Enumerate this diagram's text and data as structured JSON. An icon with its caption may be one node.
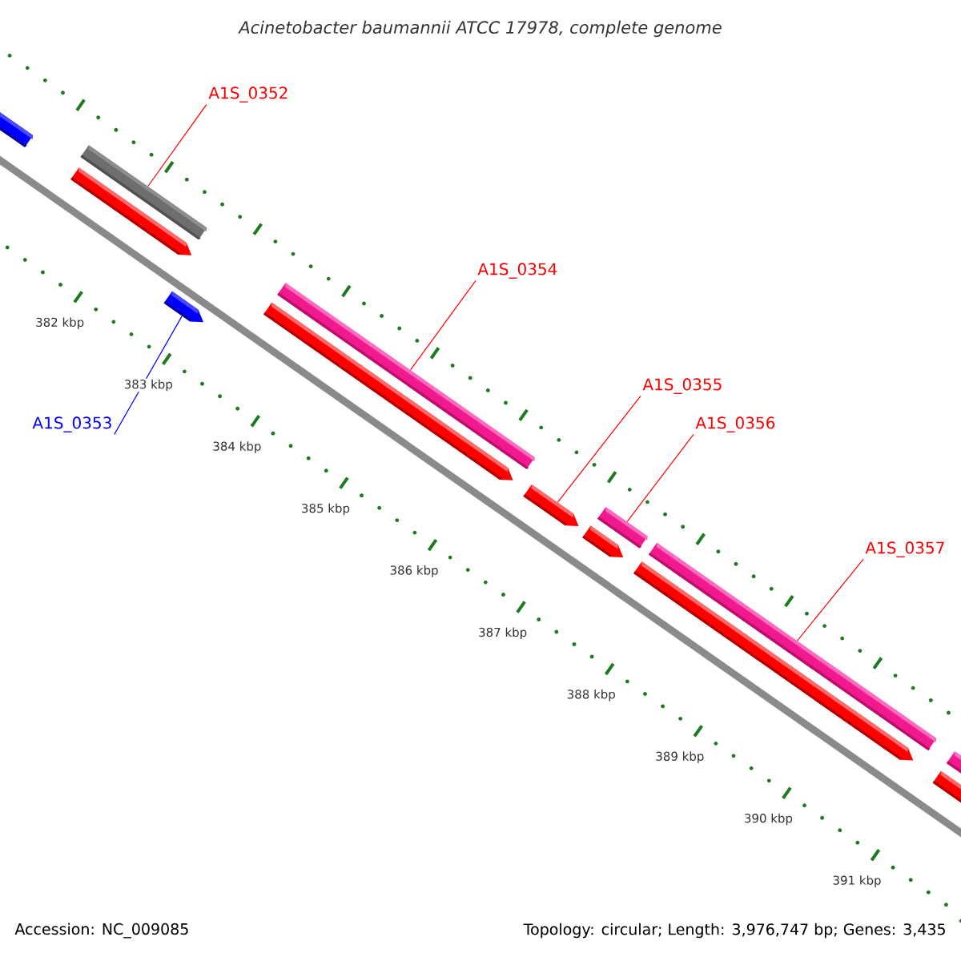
{
  "diagram": {
    "title": "Acinetobacter baumannii ATCC 17978, complete genome",
    "nodes": [
      {
        "text": [
          "A1S_0352"
        ]
      },
      {
        "text": [
          "A1S_0353"
        ]
      },
      {
        "text": [
          "A1S_0354"
        ]
      },
      {
        "text": [
          "A1S_0355"
        ]
      },
      {
        "text": [
          "A1S_0356"
        ]
      },
      {
        "text": [
          "A1S_0357"
        ]
      },
      {
        "text": [],
        "shape": "bar"
      },
      {
        "text": [],
        "shape": "bar"
      },
      {
        "text": [],
        "shape": "bar"
      },
      {
        "text": [],
        "shape": "bar"
      },
      {
        "text": [],
        "shape": "bar"
      },
      {
        "text": [],
        "shape": "bar"
      }
    ],
    "edges": [
      {
        "from": 0,
        "to": 6,
        "arrow": "none"
      },
      {
        "from": 1,
        "to": 7,
        "arrow": "none",
        "color": "#0000ff"
      },
      {
        "from": 2,
        "to": 8,
        "arrow": "none"
      },
      {
        "from": 3,
        "to": 9,
        "arrow": "none"
      },
      {
        "from": 4,
        "to": 10,
        "arrow": "none"
      },
      {
        "from": 5,
        "to": 11,
        "arrow": "none"
      }
    ],
    "labels": [
      "382 kbp",
      "383 kbp",
      "384 kbp",
      "385 kbp",
      "386 kbp",
      "387 kbp",
      "388 kbp",
      "389 kbp",
      "390 kbp",
      "391 kbp",
      "Accession: NC_009085",
      "Topology: circular; Length: 3,976,747 bp; Genes: 3,435"
    ]
  }
}
